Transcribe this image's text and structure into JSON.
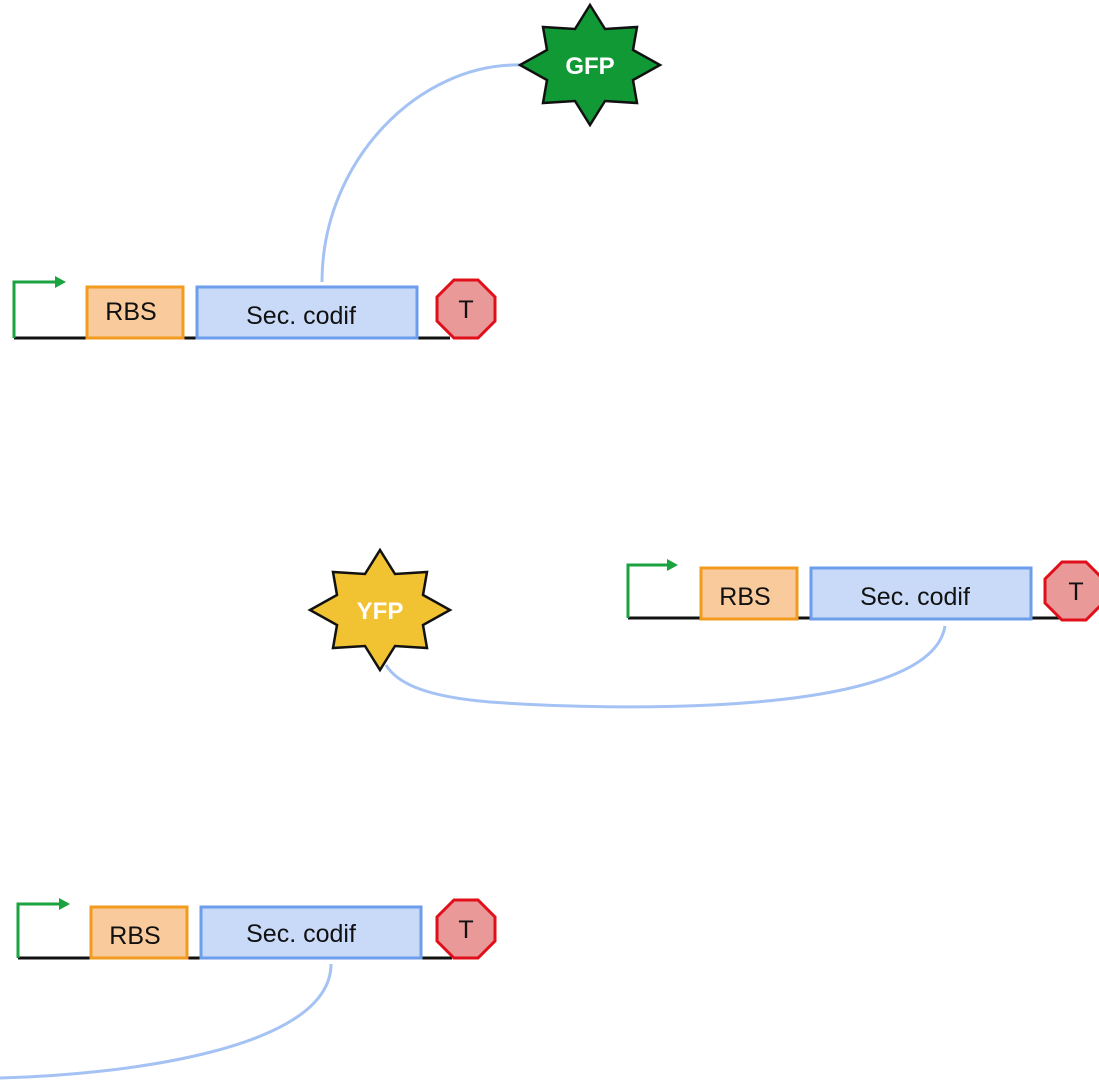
{
  "colors": {
    "promoter_arrow": "#1aa33f",
    "backbone": "#111111",
    "rbs_fill": "#f9cb9c",
    "rbs_stroke": "#f29b1f",
    "cds_fill": "#c9daf8",
    "cds_stroke": "#6d9eeb",
    "terminator_fill": "#ea9999",
    "terminator_stroke": "#e0101a",
    "connector": "#a4c2f4",
    "gfp_fill": "#119936",
    "yfp_fill": "#f1c232",
    "protein_stroke": "#111111",
    "protein_text": "#ffffff"
  },
  "constructs": [
    {
      "rbs_label": "RBS",
      "cds_label": "Sec. codif",
      "terminator_label": "T"
    },
    {
      "rbs_label": "RBS",
      "cds_label": "Sec. codif",
      "terminator_label": "T"
    },
    {
      "rbs_label": "RBS",
      "cds_label": "Sec. codif",
      "terminator_label": "T"
    }
  ],
  "proteins": {
    "gfp": {
      "label": "GFP",
      "icon": "star-burst"
    },
    "yfp": {
      "label": "YFP",
      "icon": "star-burst"
    }
  }
}
